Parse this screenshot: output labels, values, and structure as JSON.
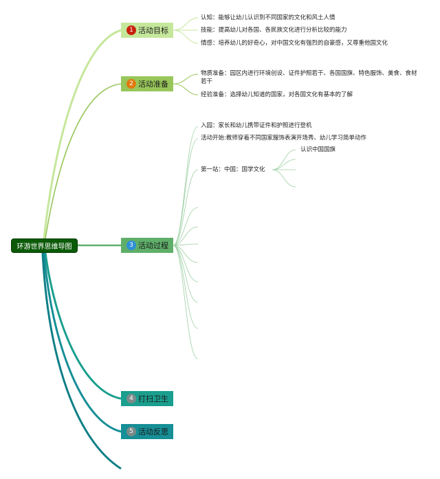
{
  "root": {
    "label": "环游世界思维导图"
  },
  "branches": [
    {
      "number": "1",
      "label": "活动目标",
      "color": "#c5e79b",
      "badge": "#c8210e"
    },
    {
      "number": "2",
      "label": "活动准备",
      "color": "#98c65a",
      "badge": "#e07a10"
    },
    {
      "number": "3",
      "label": "活动过程",
      "color": "#5faf6a",
      "badge": "#2f8fd6"
    },
    {
      "number": "4",
      "label": "打扫卫生",
      "color": "#1a9e8e",
      "badge": "#7c8a8a"
    },
    {
      "number": "5",
      "label": "活动反思",
      "color": "#168f96",
      "badge": "#7c8a8a"
    }
  ],
  "goals": [
    "认知：能够让幼儿认识到不同国家的文化和风土人情",
    "技能：提高幼儿对各国、各民族文化进行分析比较的能力",
    "情感：培养幼儿的好奇心，对中国文化有强烈的自豪感，又尊重他国文化"
  ],
  "preparation": [
    "物质准备：园区内进行环境创设、证件护照若干、各国国旗、特色服饰、美食、食材若干",
    "经验准备：选择幼儿知道的国家，对各国文化有基本的了解"
  ],
  "process": [
    "入园：家长和幼儿携带证件和护照进行登机",
    "活动开始:教师穿着不同国家服饰表演开场秀、幼儿学习简单动作",
    "第一站：中国：国学文化"
  ],
  "china_sub": [
    "认识中国国旗"
  ]
}
